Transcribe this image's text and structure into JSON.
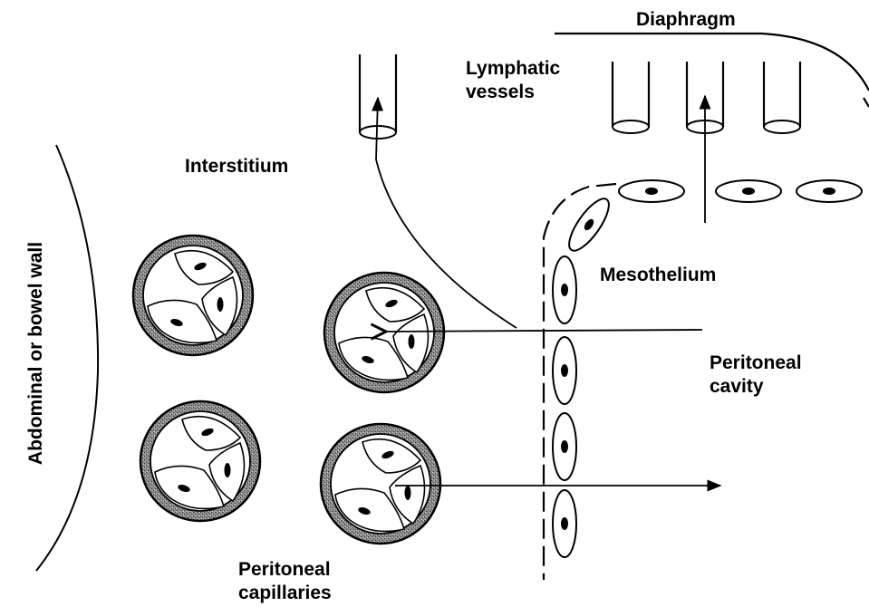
{
  "labels": {
    "diaphragm": "Diaphragm",
    "lymphatic_line1": "Lymphatic",
    "lymphatic_line2": "vessels",
    "interstitium": "Interstitium",
    "mesothelium": "Mesothelium",
    "cavity_line1": "Peritoneal",
    "cavity_line2": "cavity",
    "capillaries_line1": "Peritoneal",
    "capillaries_line2": "capillaries",
    "wall": "Abdominal or bowel wall"
  },
  "colors": {
    "ink": "#000000",
    "background": "#ffffff",
    "capillary_wall": "#6e6e6e"
  }
}
